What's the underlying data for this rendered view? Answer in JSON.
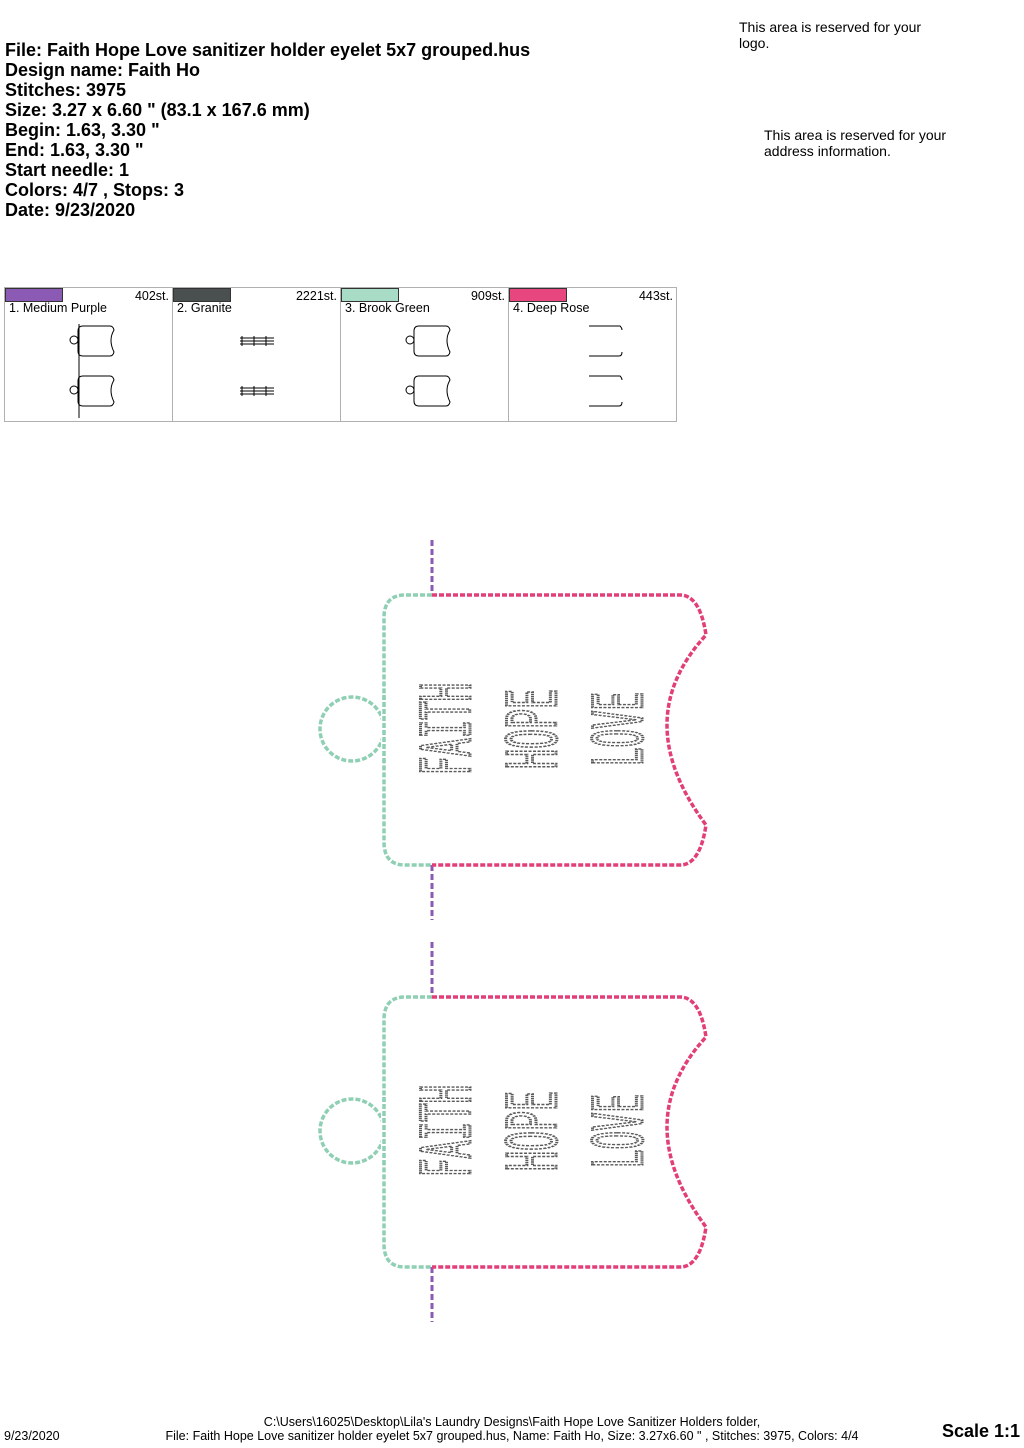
{
  "header": {
    "file": "File: Faith Hope Love sanitizer holder eyelet 5x7 grouped.hus",
    "design_name": "Design name: Faith Ho",
    "stitches": "Stitches: 3975",
    "size": "Size: 3.27 x 6.60 \" (83.1 x 167.6 mm)",
    "begin": "Begin: 1.63, 3.30 \"",
    "end": "End: 1.63, 3.30 \"",
    "start_needle": "Start needle: 1",
    "colors": "Colors: 4/7 , Stops: 3",
    "date": "Date: 9/23/2020"
  },
  "notes": {
    "logo": "This area is reserved for your logo.",
    "address": "This area is reserved for your address information."
  },
  "thread_colors": [
    {
      "label": "1. Medium Purple",
      "stitches": "402st.",
      "color": "#8a5ab4"
    },
    {
      "label": "2. Granite",
      "stitches": "2221st.",
      "color": "#4a4f4f"
    },
    {
      "label": "3. Brook Green",
      "stitches": "909st.",
      "color": "#a8dcc6"
    },
    {
      "label": "4. Deep Rose",
      "stitches": "443st.",
      "color": "#e8467e"
    }
  ],
  "design": {
    "words": [
      "FAITH",
      "HOPE",
      "LOVE"
    ],
    "colors": {
      "purple": "#8a5ab4",
      "granite": "#5a5a5a",
      "green": "#8fcfb4",
      "rose": "#e23e78"
    }
  },
  "footer": {
    "date": "9/23/2020",
    "path_line1": "C:\\Users\\16025\\Desktop\\Lila's Laundry Designs\\Faith Hope Love Sanitizer Holders folder,",
    "path_line2": "File: Faith Hope Love sanitizer holder eyelet 5x7 grouped.hus, Name: Faith Ho, Size: 3.27x6.60 \" , Stitches: 3975, Colors: 4/4",
    "scale": "Scale 1:1"
  }
}
